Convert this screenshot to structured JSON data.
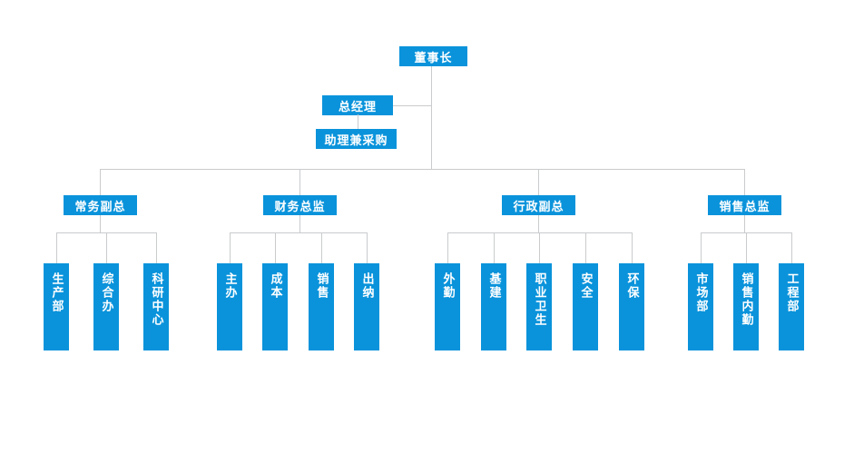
{
  "chart": {
    "type": "org-chart",
    "title": "",
    "accent_color": "#0a93db",
    "line_color": "#c9cbcd",
    "text_color": "#ffffff",
    "background": "#ffffff"
  },
  "nodes": {
    "chairman": {
      "label": "董事长",
      "level": 0
    },
    "general_manager": {
      "label": "总经理",
      "level": 1
    },
    "assistant_purchasing": {
      "label": "助理兼采购",
      "level": 2
    }
  },
  "groups": [
    {
      "id": "operations",
      "manager": "常务副总",
      "children": [
        {
          "label": "生产部"
        },
        {
          "label": "综合办"
        },
        {
          "label": "科研中心"
        }
      ]
    },
    {
      "id": "finance",
      "manager": "财务总监",
      "children": [
        {
          "label": "主办"
        },
        {
          "label": "成本"
        },
        {
          "label": "销售"
        },
        {
          "label": "出纳"
        }
      ]
    },
    {
      "id": "administration",
      "manager": "行政副总",
      "children": [
        {
          "label": "外勤"
        },
        {
          "label": "基建"
        },
        {
          "label": "职业卫生"
        },
        {
          "label": "安全"
        },
        {
          "label": "环保"
        }
      ]
    },
    {
      "id": "sales",
      "manager": "销售总监",
      "children": [
        {
          "label": "市场部"
        },
        {
          "label": "销售内勤"
        },
        {
          "label": "工程部"
        }
      ]
    }
  ]
}
